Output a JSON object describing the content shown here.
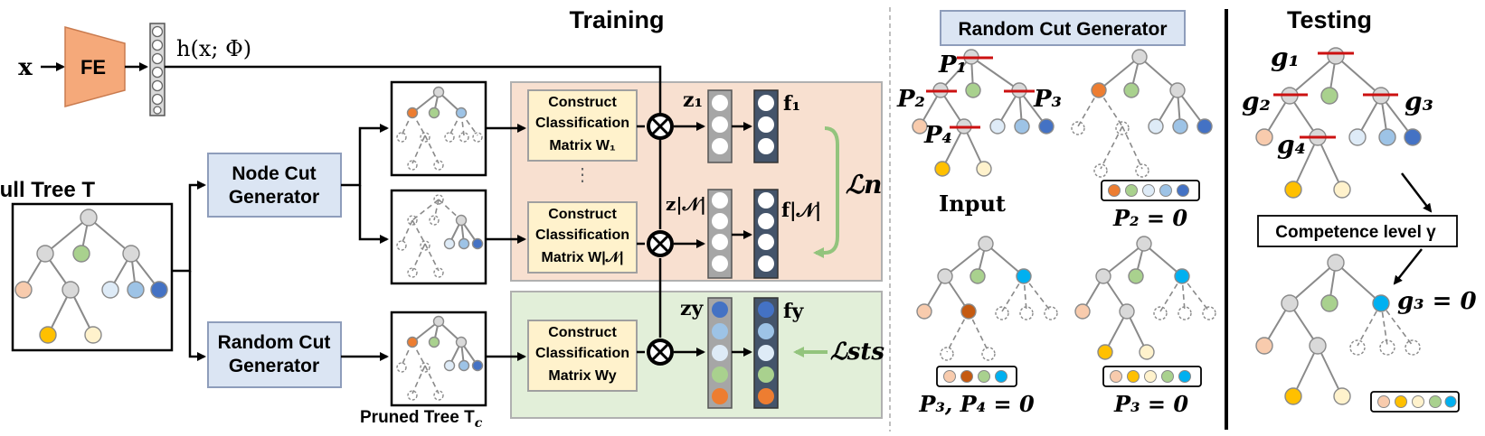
{
  "colors": {
    "fe_box": "#f5a97a",
    "generator_box": "#dbe5f3",
    "matrix_box": "#fff2cc",
    "training_panel_orange": "#f8e0d0",
    "training_panel_green": "#e2efd9",
    "cut_line": "#cc1111",
    "arrow_green": "#93c47d",
    "vector_dark": "#44546a"
  },
  "sections": {
    "training_title": "Training",
    "testing_title": "Testing",
    "rcg_title": "Random Cut Generator"
  },
  "pipeline": {
    "input_x": "x",
    "fe_label": "FE",
    "feature_label": "h(x; Φ)",
    "full_tree_label": "Full Tree T",
    "node_cut_generator": [
      "Node Cut",
      "Generator"
    ],
    "random_cut_generator": [
      "Random Cut",
      "Generator"
    ],
    "pruned_tree_label": "Pruned Tree T",
    "pruned_tree_sub": "c",
    "matrix_1": [
      "Construct",
      "Classification",
      "Matrix W₁"
    ],
    "matrix_n": [
      "Construct",
      "Classification",
      "Matrix W|𝒩|"
    ],
    "matrix_y": [
      "Construct",
      "Classification",
      "Matrix Wy"
    ],
    "z1": "z₁",
    "zn": "z|𝒩|",
    "zy": "zy",
    "f1": "f₁",
    "fn": "f|𝒩|",
    "fy": "fy",
    "loss_n": "ℒn",
    "loss_sts": "ℒsts",
    "vdots": "⋮"
  },
  "rcg_panel": {
    "p1": "P₁",
    "p2": "P₂",
    "p3": "P₃",
    "p4": "P₄",
    "input_label": "Input",
    "caption_a": "P₂ = 0",
    "caption_b": "P₃, P₄ = 0",
    "caption_c": "P₃ = 0"
  },
  "testing": {
    "g1": "g₁",
    "g2": "g₂",
    "g3": "g₃",
    "g4": "g₄",
    "competence_label": "Competence level γ",
    "result_label": "g₃ = 0"
  }
}
